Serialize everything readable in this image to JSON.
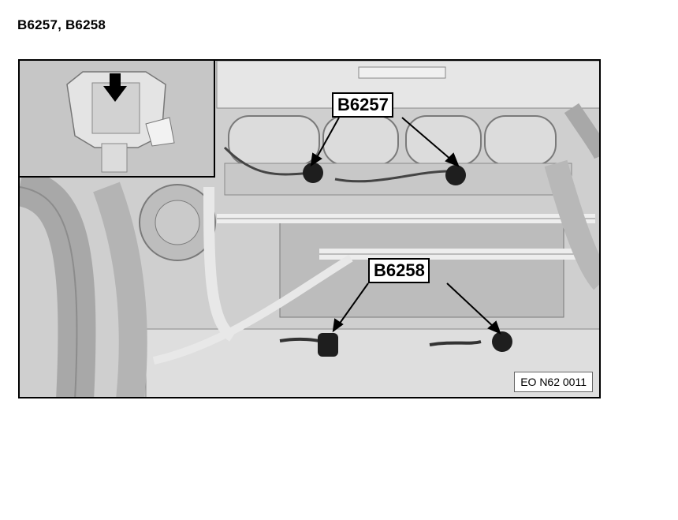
{
  "page": {
    "title": "B6257, B6258"
  },
  "figure": {
    "callouts": [
      {
        "id": "B6257",
        "label": "B6257"
      },
      {
        "id": "B6258",
        "label": "B6258"
      }
    ],
    "reference_code": "EO N62 0011"
  },
  "icons": {
    "location_arrow": "down-arrow-icon",
    "sensors": "knock-sensor-icon"
  }
}
